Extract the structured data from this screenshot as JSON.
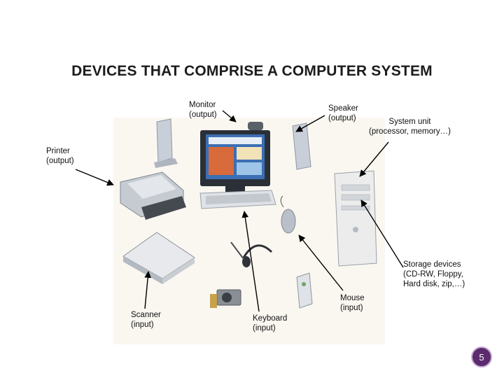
{
  "title": "DEVICES THAT COMPRISE A COMPUTER SYSTEM",
  "labels": {
    "monitor": [
      "Monitor",
      "(output)"
    ],
    "speaker": [
      "Speaker",
      "(output)"
    ],
    "system_unit": [
      "System unit",
      "(processor, memory…)"
    ],
    "printer": [
      "Printer",
      "(output)"
    ],
    "storage": [
      "Storage devices",
      "(CD-RW, Floppy,",
      "Hard disk, zip,…)"
    ],
    "mouse": [
      "Mouse",
      "(input)"
    ],
    "scanner": [
      "Scanner",
      "(input)"
    ],
    "keyboard": [
      "Keyboard",
      "(input)"
    ]
  },
  "page_number": "5",
  "colors": {
    "badge": "#5b2b6e",
    "badge_ring": "#c9a9d6"
  }
}
